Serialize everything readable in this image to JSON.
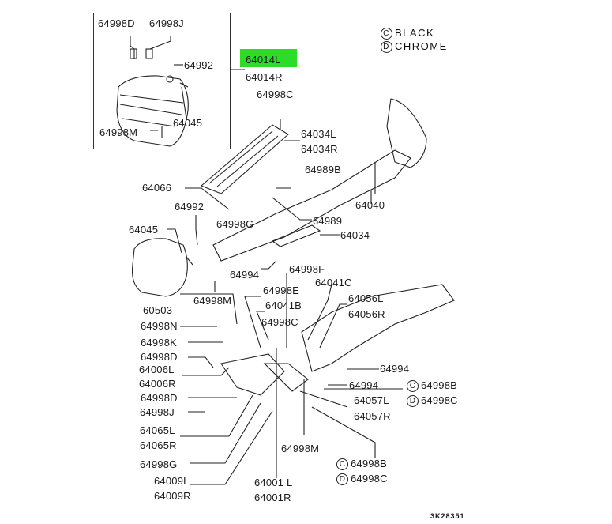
{
  "diagram": {
    "type": "exploded-parts-diagram",
    "figure_code": "3K28351",
    "highlight_color": "#2bdc2b",
    "highlighted_part": "64014L",
    "legend": [
      {
        "symbol": "C",
        "meaning": "BLACK"
      },
      {
        "symbol": "D",
        "meaning": "CHROME"
      }
    ],
    "inset_labels": {
      "top_left": "64998D",
      "top_right": "64998J",
      "bolt": "64992",
      "clip": "64045",
      "bottom": "64998M"
    },
    "labels": {
      "p64014L": "64014L",
      "p64014R": "64014R",
      "p64998C_top": "64998C",
      "p64034L": "64034L",
      "p64034R": "64034R",
      "p64989B": "64989B",
      "p64066": "64066",
      "p64040": "64040",
      "p64992": "64992",
      "p64998G_mid": "64998G",
      "p64989": "64989",
      "p64045": "64045",
      "p64034": "64034",
      "p64994_mid": "64994",
      "p64998F": "64998F",
      "p64998M_mid": "64998M",
      "p64998E": "64998E",
      "p64041C": "64041C",
      "p60503": "60503",
      "p64041B": "64041B",
      "p64056L": "64056L",
      "p64056R": "64056R",
      "p64998N": "64998N",
      "p64998C_mid": "64998C",
      "p64998K": "64998K",
      "p64998D_1": "64998D",
      "p64006L": "64006L",
      "p64006R": "64006R",
      "p64994_r1": "64994",
      "p64994_r2": "64994",
      "p64998B_r": "64998B",
      "p64998C_r": "64998C",
      "p64998D_2": "64998D",
      "p64057L": "64057L",
      "p64998J": "64998J",
      "p64057R": "64057R",
      "p64065L": "64065L",
      "p64065R": "64065R",
      "p64998M_bot": "64998M",
      "p64998G_bot": "64998G",
      "p64998B_bot": "64998B",
      "p64009L": "64009L",
      "p64001L": "64001 L",
      "p64998C_bot": "64998C",
      "p64009R": "64009R",
      "p64001R": "64001R"
    },
    "variant_marks": {
      "r_C": "C",
      "r_D": "D",
      "bot_C": "C",
      "bot_D": "D"
    }
  }
}
